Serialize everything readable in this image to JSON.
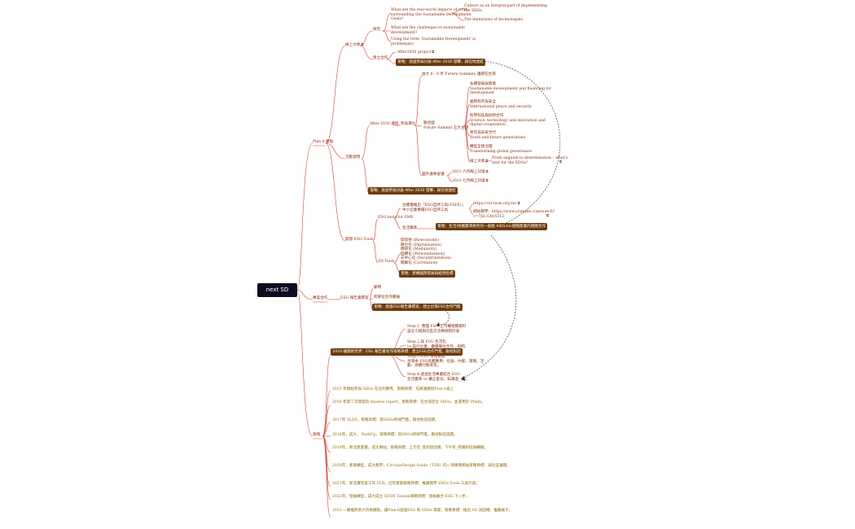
{
  "root": "next SD",
  "branches": {
    "plan_b": "Plan b 觀點",
    "cooperation": "專案合作",
    "strategy": "策略"
  },
  "plan_b": {
    "online_articles": "線上文章",
    "explore": "探究",
    "q1": [
      "What are the real-world impacts of work",
      "surrounding the Sustainable Development",
      "Goals?"
    ],
    "q1_children": [
      [
        "Culture as an integral part of implementing",
        "the SDGs"
      ],
      [
        "The limitations of technologies"
      ]
    ],
    "q2": [
      "What are the challenges to sustainable",
      "development?"
    ],
    "q3": [
      "Using the term 'Sustainable Development' is",
      "problematic"
    ],
    "domestic": "建立合作",
    "after2030_project": "After2030 project",
    "strategy_box1": [
      "策略：透過參與討論 After 2030 發聲，",
      "與在地連結"
    ],
    "events": "活動發現",
    "after2030_events": "After 2030 議程",
    "participation": "參與單位",
    "un_summit": "由大 6 - 9 月 Future Summits 議題在台灣",
    "future_summit": [
      "聯合國",
      "Future Summit 五大主題"
    ],
    "themes": [
      [
        "永續發展與資助",
        "Sustainable development and financing for",
        "development"
      ],
      [
        "國際和平與安全",
        "International peace and security"
      ],
      [
        "科學科技與創新合作",
        "Science, technology and innovation and",
        "digital cooperation"
      ],
      [
        "青年與未來世代",
        "Youth and future generations"
      ],
      [
        "轉型全球治理",
        "Transforming global governance"
      ]
    ],
    "online_article2": "線上文章",
    "article_title": [
      "From anguish to determination – what's",
      "next for the SDGs?"
    ],
    "workshops": "國外議事會議",
    "workshop_items": [
      "2023 六月線上討論",
      "2023 七月線上討論"
    ],
    "strategy_box2": [
      "策略：透過參與討論 After 2030 發聲，",
      "與在地連結"
    ],
    "esg_tools": "開發 ESG Tools",
    "sme_tools": "ESG tools for SME",
    "sme_desc": [
      "台積電推出「ESG自評工具(TSEE)」",
      "中小企業專屬ESG自評工具"
    ],
    "sme_links": [
      "https://csr.twse.org.tw/",
      "網站教學：https://www.youtube.com/watch?",
      "v=7JiL-G8y5513"
    ],
    "sme_self": "生活變革",
    "strategy_box3": [
      "策略：生活/地圖變革路徑的一般版 AIDS-Inc",
      "相關產業的相關合作"
    ],
    "sd_tools": "SD Tools",
    "sd_list": [
      "開發性 (Bioeconomy)",
      "數位化 (Digitalization)",
      "模組化 (Modularity)",
      "個體化 (Personalization)",
      "去中心化 (Decentralization)",
      "關聯化 (Correlation)"
    ],
    "strategy_box4": "策略：建構國際發展與經濟指標"
  },
  "cooperation": {
    "esg_report": "ESG 報告書撰寫",
    "items": [
      "顧問",
      "跨單位合作擴展"
    ],
    "strategy_box": [
      "策略：透過ESG報告書撰寫，",
      "建立台灣ESG合作門檻"
    ]
  },
  "strategy": {
    "box_2024": [
      "2024 繪圖新世界：ESG 報告書寫作",
      "策略目標：建立ESG合作門檻，跟他對話"
    ],
    "steps": [
      [
        "Step 1. 整理 ESG 上市櫃相關資料",
        "設立小組與社區交流舉辦研討會"
      ],
      [
        "Step 2.與 ESG 生活化",
        "vs.設計企業，擴獲單位合作，說明。"
      ],
      [
        "Step 3.ESG 策略規劃",
        "台灣本 ESG具體應用：社會、內部、策略、活",
        "動、持續行動等等。"
      ],
      [
        "Step 4.透過生活專業結合 ESG",
        "生活變革 vs.擴正當日，知識過__等。"
      ]
    ],
    "timeline": [
      [
        "2015 年開始參與 SDGs 在台的應用，",
        "策略目標：先將議題找Plan b會上"
      ],
      [
        "2016 年第丁次開發的 shadow report，",
        "策略目標：在台灣定位 SDGs，並運用於 Plan",
        "b。"
      ],
      [
        "2017年 SLDS，",
        "策略目標：取SDGs跨域門檻，跟他對話話題。"
      ],
      [
        "2018年，成大， ParkUp，",
        "策略目標：取SDGs跨域門檻，跟他對話話題。"
      ],
      [
        "2019年，新北產業署，成大網站，",
        "策略目標：上交在_性別說話裡，下午有_把議到",
        "記錄轉播。"
      ],
      [
        "2020年，產業轉型，成大教學，Circular",
        "Design Guide（TSB）的一項重建網站",
        "策略目標：與社區議題。"
      ],
      [
        "2021年，新北寶年度工作 VLR，已年建築",
        "策略目標：推廣教學 SDGs Tools 工具引進。"
      ],
      [
        "2022年，發展轉型，成大成立 SDSN Taiwan",
        "策略目標：發展聯合 ESG 下一步。"
      ],
      [
        "2023 一關推民眾大的投擲點，讓Plan b透過",
        "ESG 和 SDGs 再開，",
        "策略目標：推出 SD 說話機，推廣展子。"
      ]
    ]
  }
}
